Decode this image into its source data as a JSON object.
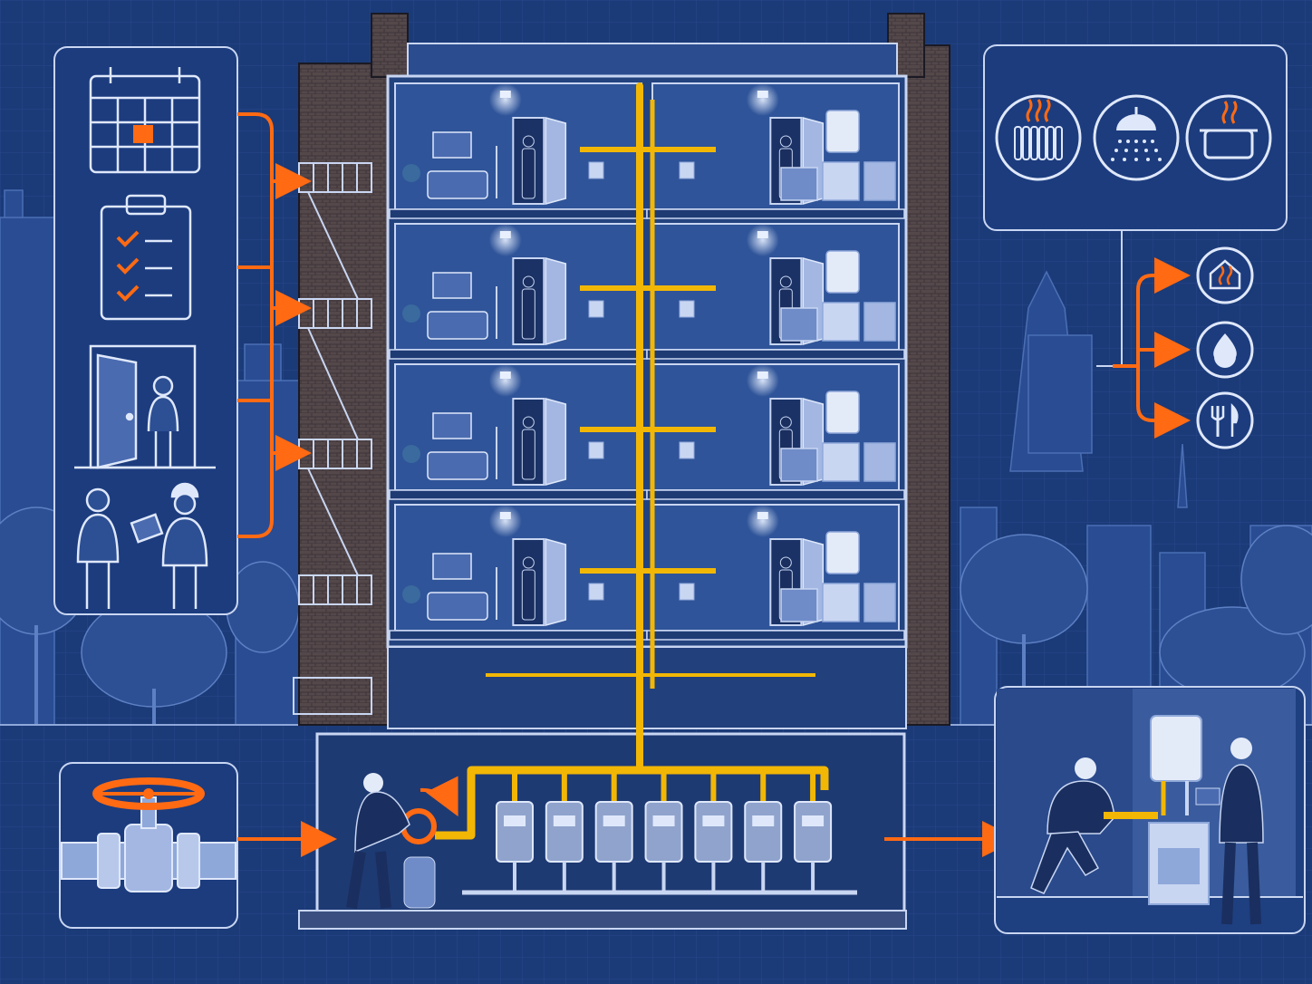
{
  "palette": {
    "background": "#1b3a78",
    "grid": "#27488c",
    "panel_fill": "#1c3c7e",
    "panel_stroke": "#c9d6f2",
    "line_art": "#dfe8fb",
    "accent_orange": "#ff6a13",
    "gas_pipe_yellow": "#f2b705",
    "brick": "#5b4e4a",
    "room_fill": "#2f5499",
    "city_silhouette": "#2a4c92"
  },
  "left_panel": {
    "steps": [
      {
        "icon": "calendar-icon"
      },
      {
        "icon": "checklist-clipboard-icon"
      },
      {
        "icon": "tenant-at-door-icon"
      },
      {
        "icon": "technician-consultation-icon"
      }
    ]
  },
  "right_panel": {
    "uses": [
      {
        "icon": "radiator-heating-icon"
      },
      {
        "icon": "shower-hot-water-icon"
      },
      {
        "icon": "cooking-pot-icon"
      }
    ],
    "outputs": [
      {
        "icon": "home-heat-icon"
      },
      {
        "icon": "water-drop-icon"
      },
      {
        "icon": "fork-knife-icon"
      }
    ]
  },
  "building": {
    "floors": 4,
    "units_per_floor": 2,
    "meters": 7
  },
  "bottom_left_panel": {
    "icon": "shutoff-valve-icon"
  },
  "bottom_right_panel": {
    "icon": "technician-servicing-appliance-icon"
  }
}
